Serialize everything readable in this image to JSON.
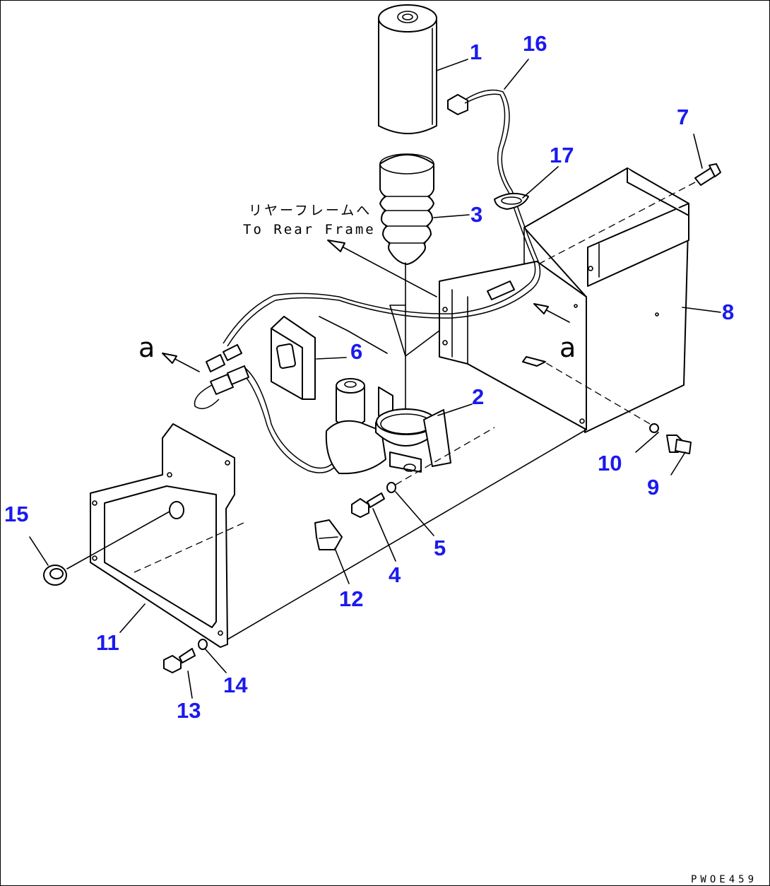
{
  "diagram": {
    "callouts": [
      "1",
      "2",
      "3",
      "4",
      "5",
      "6",
      "7",
      "8",
      "9",
      "10",
      "11",
      "12",
      "13",
      "14",
      "15",
      "16",
      "17"
    ],
    "note_jp": "リヤーフレームへ",
    "note_en": "To Rear Frame",
    "view_marker": "a",
    "drawing_code": "PWOE459"
  }
}
